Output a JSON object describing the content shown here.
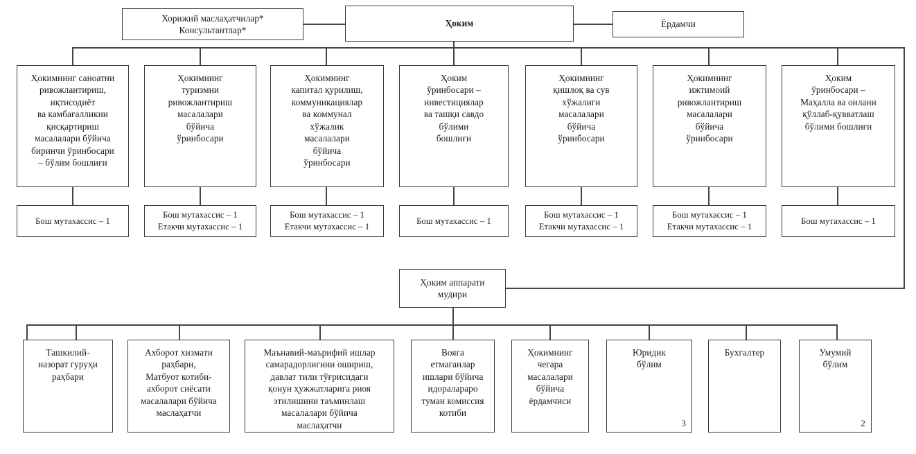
{
  "document": {
    "type": "organizational-chart",
    "language": "uz-Cyrl",
    "title": "Ҳоким"
  },
  "top": {
    "advisors": {
      "label": "Хорижий маслаҳатчилар*\nКонсультантлар*"
    },
    "head": {
      "label": "Ҳоким"
    },
    "assistant": {
      "label": "Ёрдамчи"
    }
  },
  "deputies": [
    {
      "label": "Ҳокимнинг саноатни\nривожлантириш,\nиқтисодиёт\nва камбағалликни\nқисқартириш\nмасалалари бўйича\nбиринчи ўринбосари\n– бўлим бошлиғи",
      "staff": "Бош мутахассис – 1"
    },
    {
      "label": "Ҳокимнинг\nтуризмни\nривожлантириш\nмасалалари\nбўйича\nўринбосари",
      "staff": "Бош мутахассис – 1\nЕтакчи мутахассис – 1"
    },
    {
      "label": "Ҳокимнинг\nкапитал қурилиш,\nкоммуникациялар\nва коммунал\nхўжалик\nмасалалари\nбўйича\nўринбосари",
      "staff": "Бош мутахассис – 1\nЕтакчи мутахассис – 1"
    },
    {
      "label": "Ҳоким\nўринбосари –\nинвестициялар\nва ташқи савдо\nбўлими\nбошлиғи",
      "staff": "Бош мутахассис – 1"
    },
    {
      "label": "Ҳокимнинг\nқишлоқ ва сув\nхўжалиги\nмасалалари\nбўйича\nўринбосари",
      "staff": "Бош мутахассис – 1\nЕтакчи мутахассис – 1"
    },
    {
      "label": "Ҳокимнинг\nижтимоий\nривожлантириш\nмасалалари\nбўйича\nўринбосари",
      "staff": "Бош мутахассис – 1\nЕтакчи мутахассис – 1"
    },
    {
      "label": "Ҳоким\nўринбосари –\nМаҳалла ва оилани\nқўллаб-қувватлаш\nбўлими бошлиғи",
      "staff": "Бош мутахассис – 1"
    }
  ],
  "apparatus": {
    "label": "Ҳоким аппарати\nмудири"
  },
  "units": [
    {
      "label": "Ташкилий-\nназорат гуруҳи\nраҳбари",
      "count": ""
    },
    {
      "label": "Ахборот хизмати\nраҳбари,\nМатбуот котиби-\nахборот сиёсати\nмасалалари бўйича\nмаслаҳатчи",
      "count": ""
    },
    {
      "label": "Маънавий-маърифий ишлар\nсамарадорлигини ошириш,\nдавлат тили тўғрисидаги\nқонун ҳужжатларига риоя\nэтилишини таъминлаш\nмасалалари бўйича\nмаслаҳатчи",
      "count": ""
    },
    {
      "label": "Вояга\nетмаганлар\nишлари бўйича\nидоралараро\nтуман комиссия\nкотиби",
      "count": ""
    },
    {
      "label": "Ҳокимнинг\nчегара\nмасалалари\nбўйича\nёрдамчиси",
      "count": ""
    },
    {
      "label": "Юридик\nбўлим",
      "count": "3"
    },
    {
      "label": "Бухгалтер",
      "count": ""
    },
    {
      "label": "Умумий\nбўлим",
      "count": "2"
    }
  ],
  "colors": {
    "border": "#3a3a3a",
    "line": "#444444",
    "background": "#ffffff",
    "text": "#1a1a1a"
  }
}
